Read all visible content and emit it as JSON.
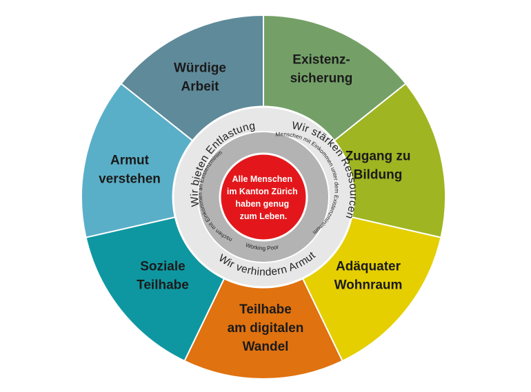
{
  "center": {
    "lines": [
      "Alle Menschen",
      "im Kanton Zürich",
      "haben genug",
      "zum Leben."
    ],
    "color": "#e3171b"
  },
  "outer_ring": {
    "left": "Wir bieten Entlastung",
    "right": "Wir stärken Ressourcen",
    "bottom": "Wir verhindern Armut",
    "color": "#e7e7e7"
  },
  "inner_ring": {
    "left": "Menschen mit Einkommen an Existenzminimum",
    "right": "Menschen mit Einkommen unter dem Existenzminimum",
    "bottom": "Working Poor",
    "color": "#b3b3b3"
  },
  "segments": [
    {
      "lines": [
        "Existenz-",
        "sicherung"
      ],
      "color": "#74a068"
    },
    {
      "lines": [
        "Zugang zu",
        "Bildung"
      ],
      "color": "#9fb522"
    },
    {
      "lines": [
        "Adäquater",
        "Wohnraum"
      ],
      "color": "#e5cf00"
    },
    {
      "lines": [
        "Teilhabe",
        "am digitalen",
        "Wandel"
      ],
      "color": "#e0720f"
    },
    {
      "lines": [
        "Soziale",
        "Teilhabe"
      ],
      "color": "#0f97a1"
    },
    {
      "lines": [
        "Armut",
        "verstehen"
      ],
      "color": "#5aafc8"
    },
    {
      "lines": [
        "Würdige",
        "Arbeit"
      ],
      "color": "#5f8a9a"
    }
  ]
}
